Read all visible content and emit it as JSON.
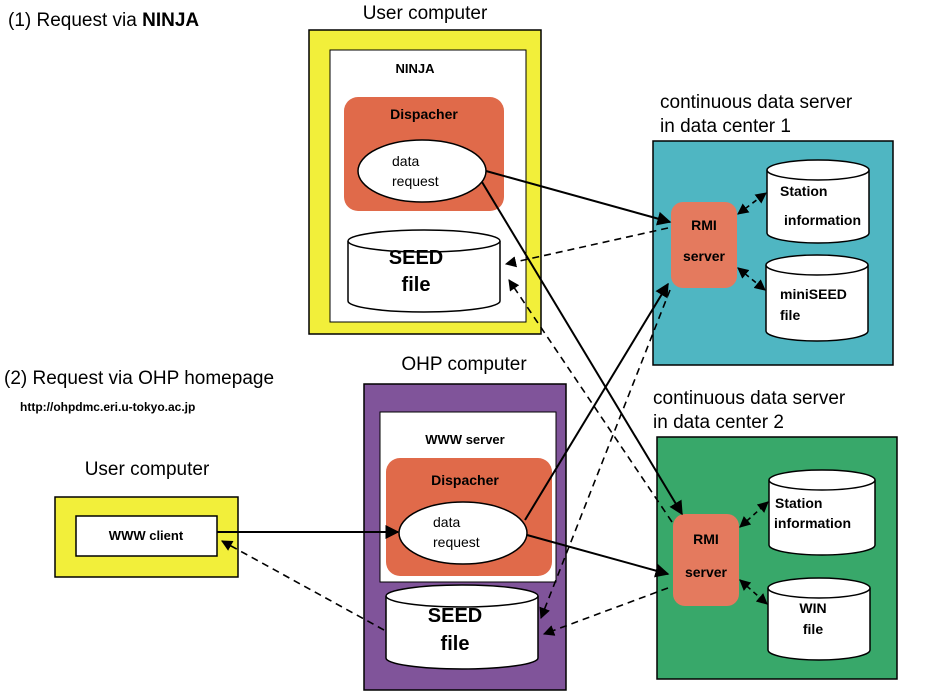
{
  "colors": {
    "user_frame": "#f2ef3a",
    "ohp_frame": "#80549a",
    "center1_frame": "#4fb6c2",
    "center2_frame": "#38a86a",
    "dispatcher_fill": "#e06a4a",
    "rmi_fill": "#e47a5e"
  },
  "section1": {
    "title_prefix": "(1) Request via ",
    "title_bold": "NINJA"
  },
  "section2": {
    "title": "(2) Request via OHP homepage",
    "url": "http://ohpdmc.eri.u-tokyo.ac.jp"
  },
  "user_computer_1": {
    "label": "User computer",
    "app": "NINJA",
    "dispatcher": "Dispacher",
    "request_line1": "data",
    "request_line2": "request",
    "seed_line1": "SEED",
    "seed_line2": "file"
  },
  "ohp_computer": {
    "label": "OHP computer",
    "app": "WWW server",
    "dispatcher": "Dispacher",
    "request_line1": "data",
    "request_line2": "request",
    "seed_line1": "SEED",
    "seed_line2": "file"
  },
  "user_computer_2": {
    "label": "User computer",
    "client": "WWW client"
  },
  "data_center_1": {
    "label_line1": "continuous data server",
    "label_line2": "in data center 1",
    "rmi_line1": "RMI",
    "rmi_line2": "server",
    "db1_line1": "Station",
    "db1_line2": "information",
    "db2_line1": "miniSEED",
    "db2_line2": "file"
  },
  "data_center_2": {
    "label_line1": "continuous data server",
    "label_line2": "in data center 2",
    "rmi_line1": "RMI",
    "rmi_line2": "server",
    "db1_line1": "Station",
    "db1_line2": "information",
    "db2_line1": "WIN",
    "db2_line2": "file"
  }
}
